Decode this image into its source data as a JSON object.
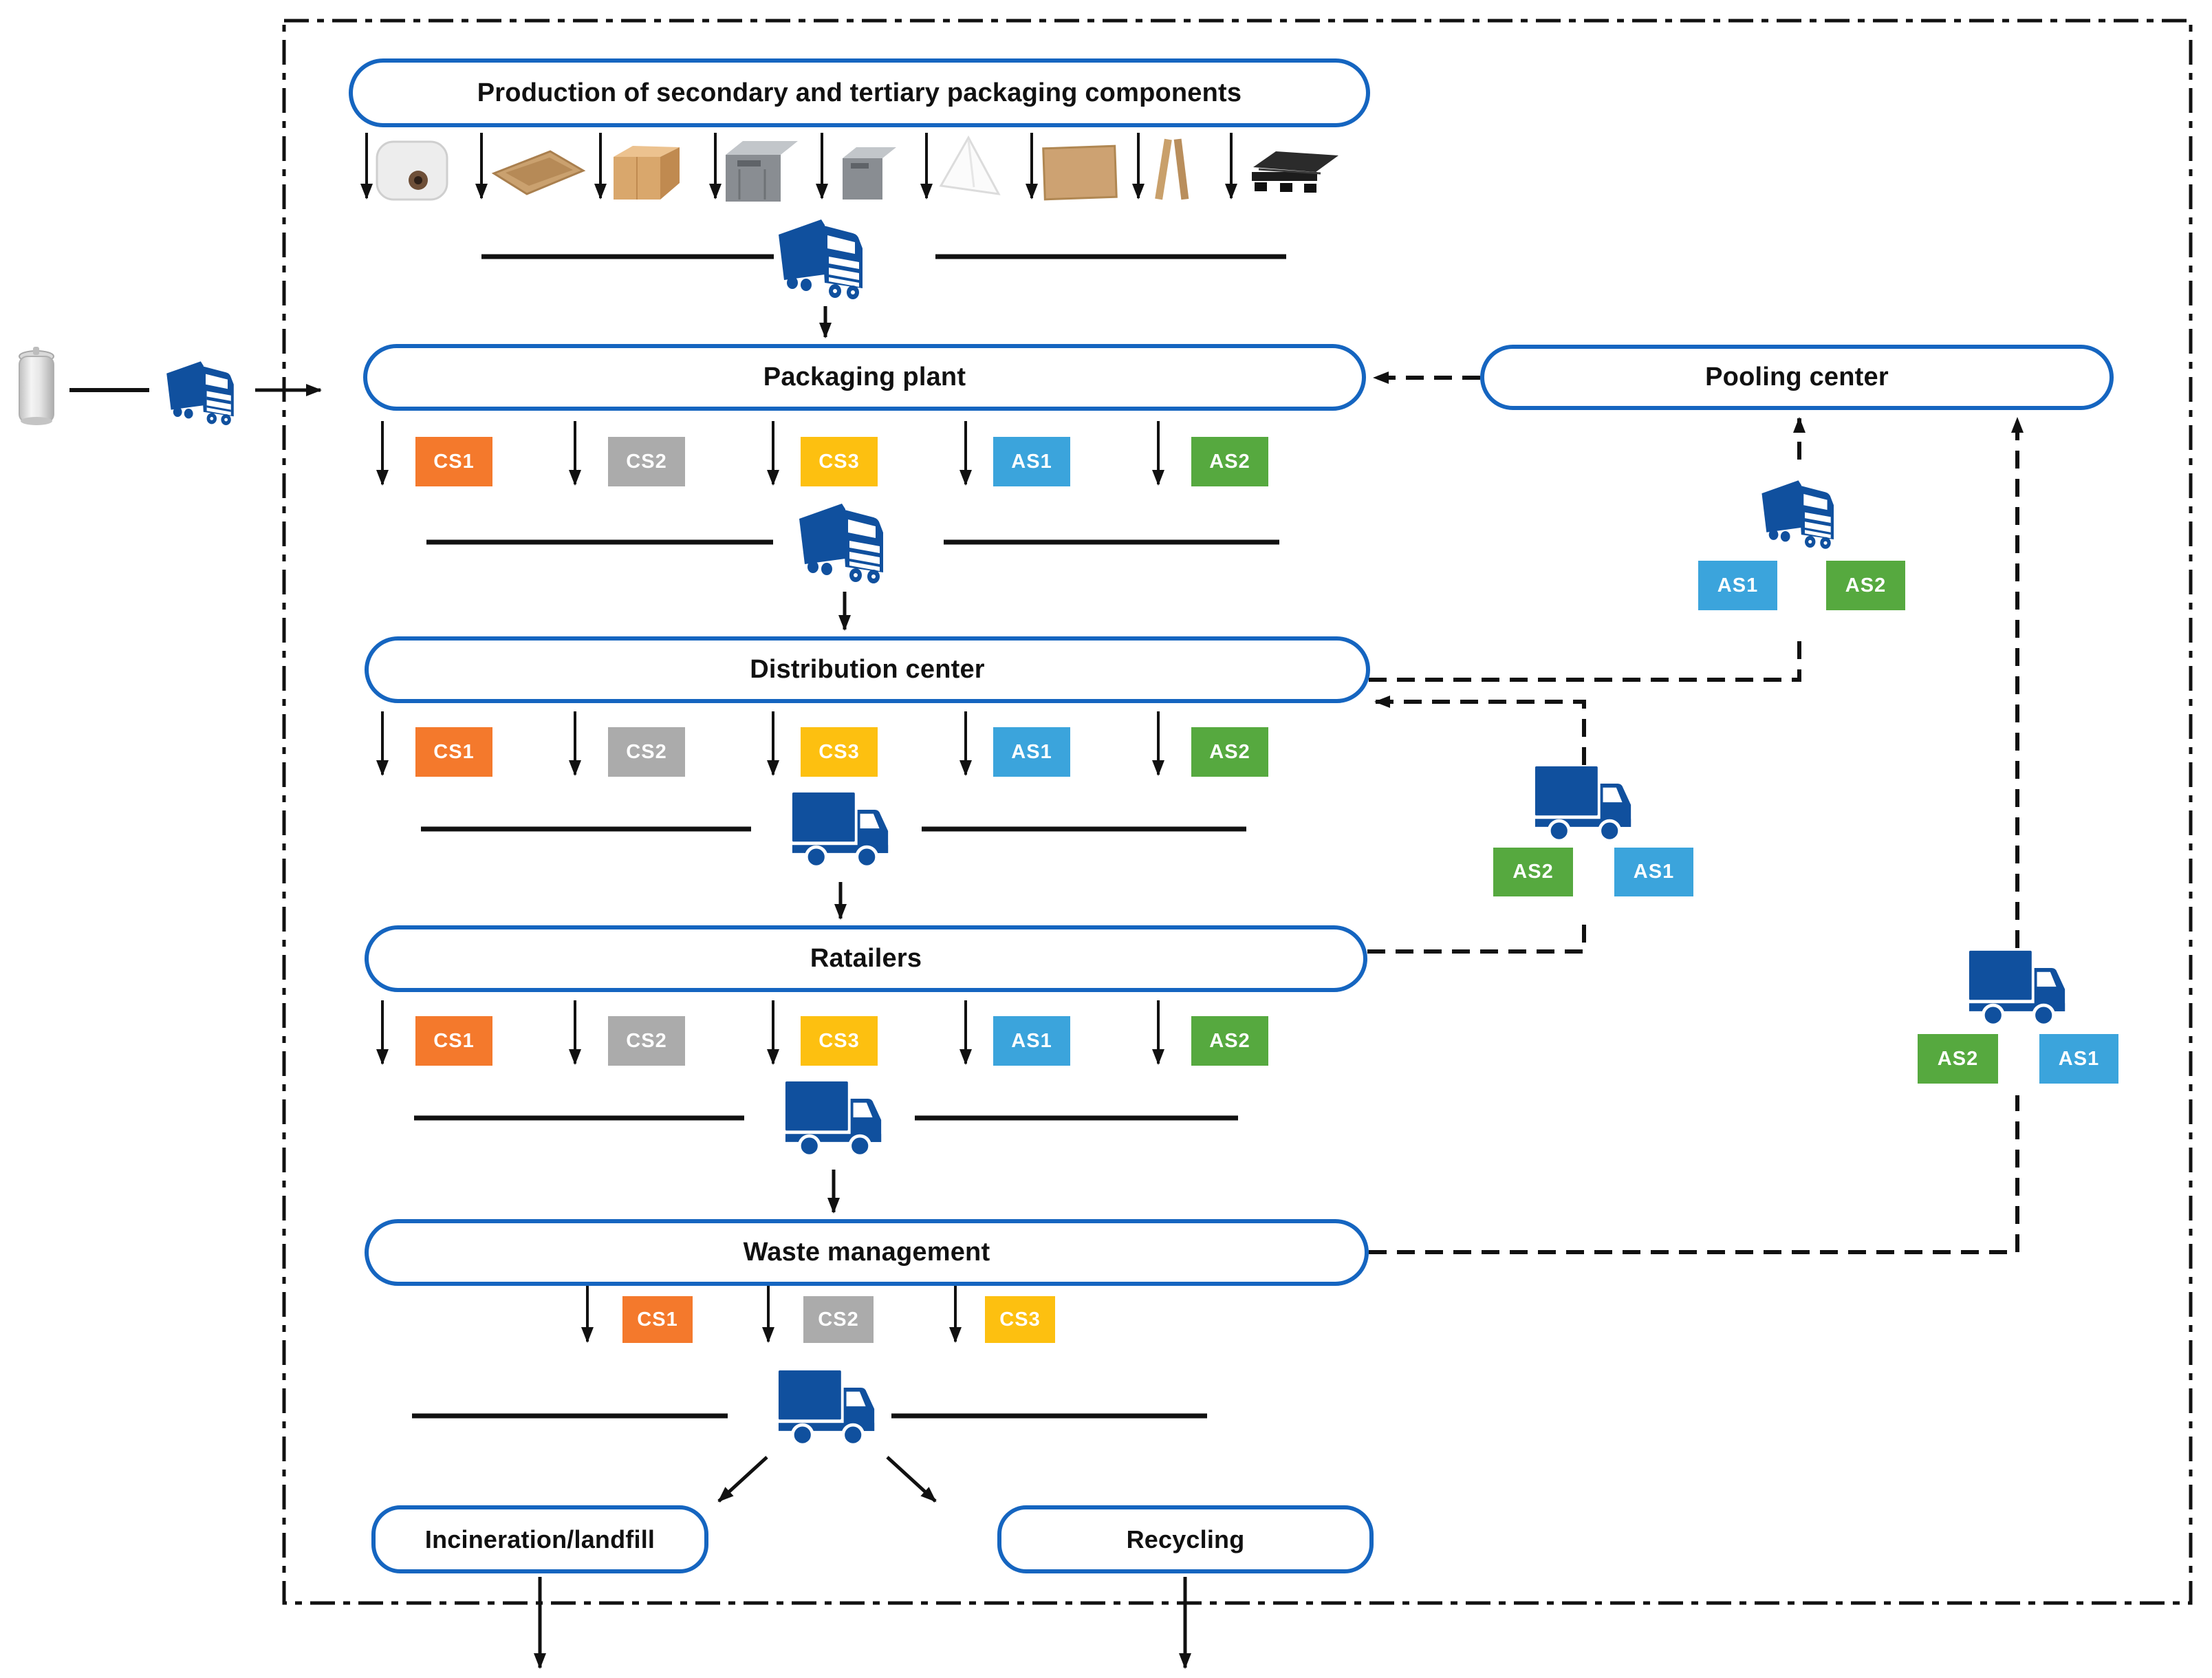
{
  "boxes": {
    "production": "Production of secondary and tertiary packaging components",
    "packaging_plant": "Packaging plant",
    "pooling_center": "Pooling center",
    "distribution_center": "Distribution center",
    "retailers": "Ratailers",
    "waste_management": "Waste management",
    "incineration": "Incineration/landfill",
    "recycling": "Recycling"
  },
  "badge_rows": {
    "packaging": [
      "CS1",
      "CS2",
      "CS3",
      "AS1",
      "AS2"
    ],
    "distribution": [
      "CS1",
      "CS2",
      "CS3",
      "AS1",
      "AS2"
    ],
    "retailers": [
      "CS1",
      "CS2",
      "CS3",
      "AS1",
      "AS2"
    ],
    "waste": [
      "CS1",
      "CS2",
      "CS3"
    ],
    "pooling_truck": [
      "AS1",
      "AS2"
    ],
    "distribution_return_truck": [
      "AS2",
      "AS1"
    ],
    "waste_return_truck": [
      "AS2",
      "AS1"
    ]
  },
  "component_icons": [
    "plastic-film-roll",
    "cardboard-tray",
    "cardboard-box",
    "plastic-crate-large",
    "plastic-crate-small",
    "paper-cone",
    "cardboard-sheet",
    "edge-protectors",
    "plastic-pallet"
  ],
  "colors": {
    "CS1": "#f4792c",
    "CS2": "#ababab",
    "CS3": "#fdc010",
    "AS1": "#3ba4dc",
    "AS2": "#56a93f",
    "box_border": "#1565c0",
    "truck": "#10509e",
    "line": "#111111"
  }
}
